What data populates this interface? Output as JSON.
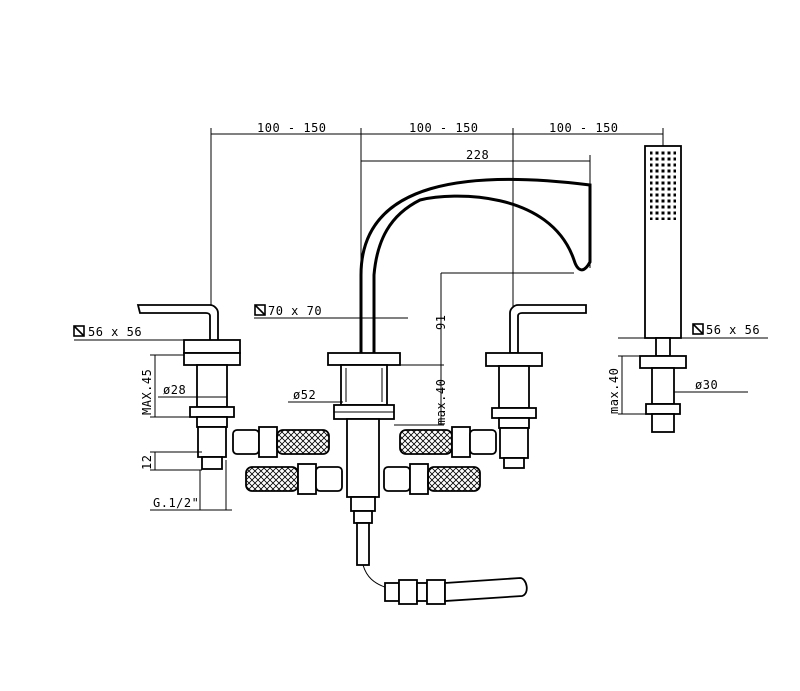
{
  "dimensions": {
    "spacing_1": "100 - 150",
    "spacing_2": "100 - 150",
    "spacing_3": "100 - 150",
    "spout_reach": "228",
    "spout_height": "91",
    "spout_base_square": "70 x 70",
    "spout_diameter": "ø52",
    "spout_max_depth": "max.40",
    "left_rosette": "56 x 56",
    "left_max": "MAX.45",
    "left_diameter": "ø28",
    "left_thread_len": "12",
    "left_thread": "G.1/2\"",
    "right_rosette": "56 x 56",
    "right_max": "max.40",
    "right_diameter": "ø30"
  },
  "colors": {
    "line": "#000000",
    "background": "#ffffff"
  }
}
